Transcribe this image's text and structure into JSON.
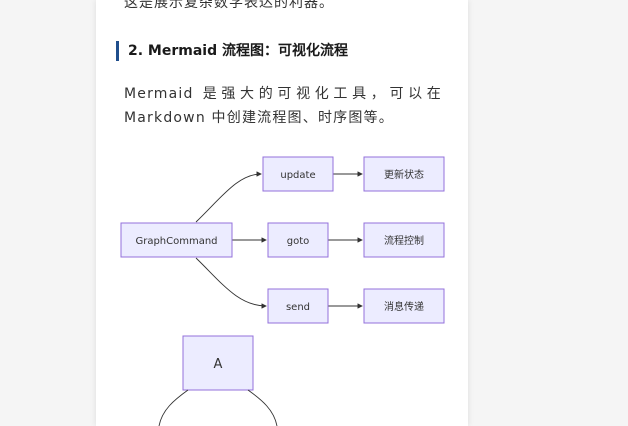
{
  "article": {
    "cut_top_line": "这是展示复杂数学表达的利器。",
    "section_heading": "2. Mermaid 流程图：可视化流程",
    "paragraph_line1": "Mermaid 是强大的可视化工具，可以在",
    "paragraph_line2": "Markdown 中创建流程图、时序图等。"
  },
  "diagram": {
    "nodes": {
      "graph_command": "GraphCommand",
      "update": "update",
      "goto": "goto",
      "send": "send",
      "update_target": "更新状态",
      "goto_target": "流程控制",
      "send_target": "消息传递",
      "a": "A"
    },
    "colors": {
      "node_fill": "#ececff",
      "node_stroke": "#9370db",
      "edge": "#333333",
      "heading_bar": "#1f4e8c"
    }
  }
}
